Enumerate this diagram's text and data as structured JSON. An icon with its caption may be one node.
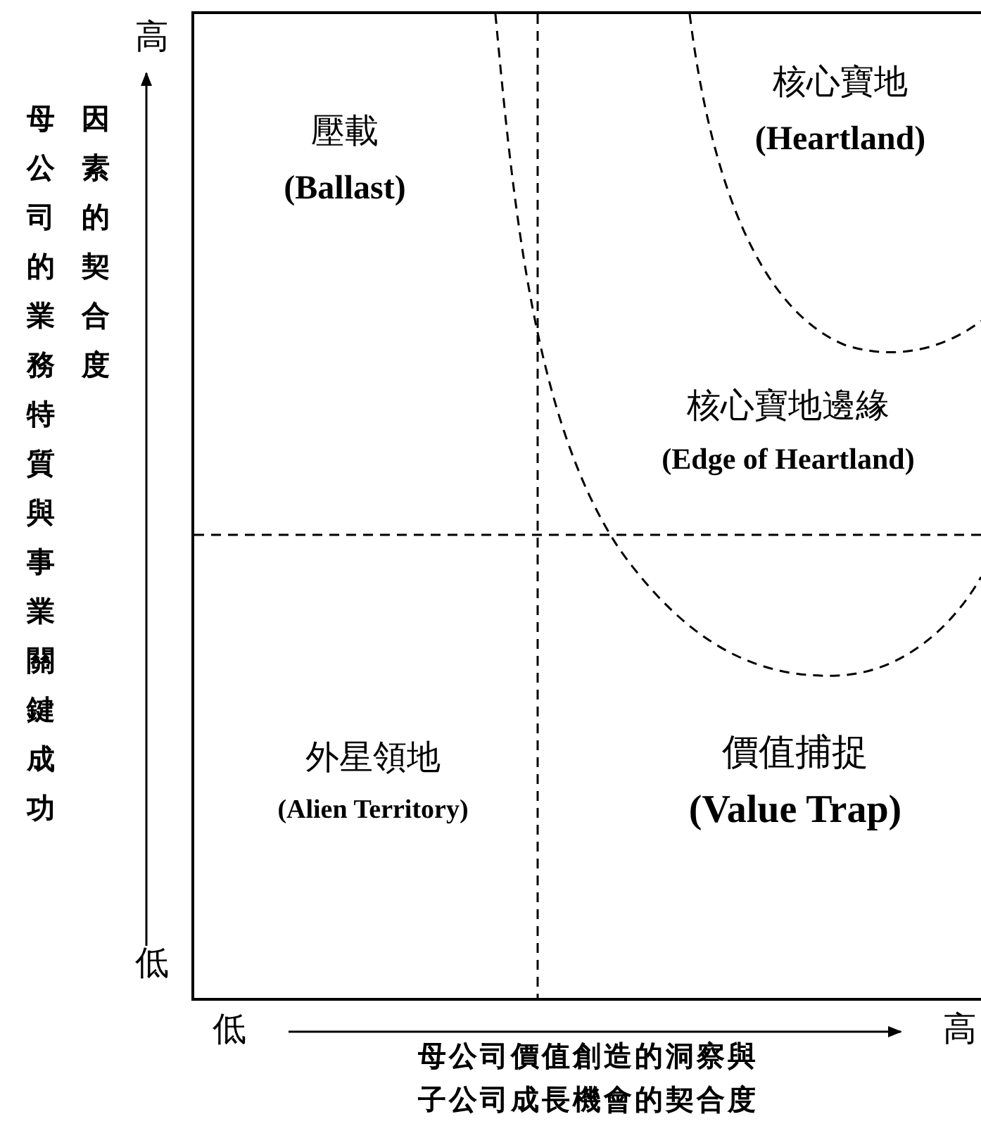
{
  "diagram": {
    "labels": [
      "高",
      "母公司的業務特質與事業關鍵成功因素的契合度",
      "壓載",
      "(Ballast)",
      "核心寶地",
      "(Heartland)",
      "核心寶地邊緣",
      "(Edge of Heartland)",
      "外星領地",
      "(Alien Territory)",
      "價值捕捉",
      "(Value Trap)",
      "低",
      "低",
      "高",
      "母公司價值創造的洞察與子公司成長機會的契合度"
    ]
  }
}
